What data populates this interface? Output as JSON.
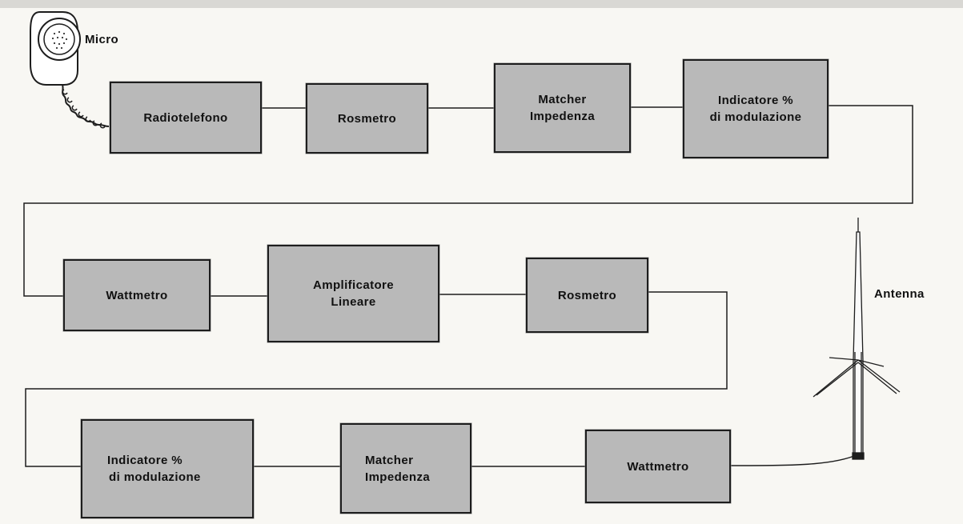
{
  "diagram": {
    "micro_label": "Micro",
    "antenna_label": "Antenna",
    "row1": {
      "radiotelefono": "Radiotelefono",
      "rosmetro": "Rosmetro",
      "matcher_l1": "Matcher",
      "matcher_l2": "Impedenza",
      "indicatore_l1": "Indicatore %",
      "indicatore_l2": "di modulazione"
    },
    "row2": {
      "wattmetro": "Wattmetro",
      "amplificatore_l1": "Amplificatore",
      "amplificatore_l2": "Lineare",
      "rosmetro": "Rosmetro"
    },
    "row3": {
      "indicatore_l1": "Indicatore %",
      "indicatore_l2": "di modulazione",
      "matcher_l1": "Matcher",
      "matcher_l2": "Impedenza",
      "wattmetro": "Wattmetro"
    },
    "colors": {
      "box_fill": "#b9b9b9",
      "line": "#1d1d1d",
      "background": "#f8f7f3"
    },
    "icons": [
      "microphone-icon",
      "antenna-icon"
    ]
  }
}
